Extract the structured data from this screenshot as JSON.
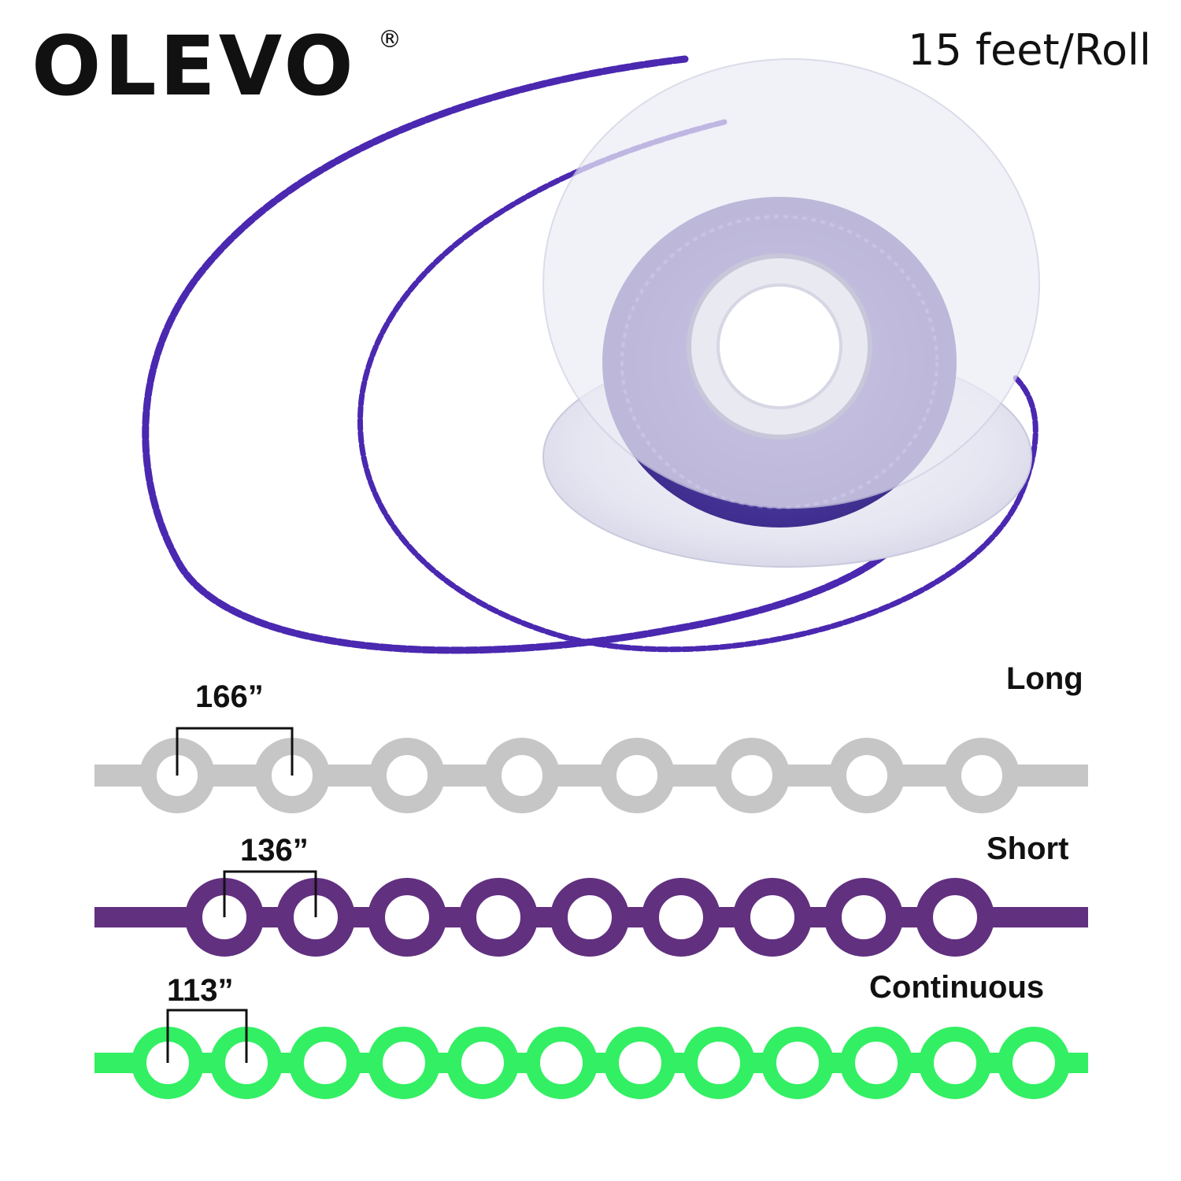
{
  "brand": {
    "name": "OLEVO",
    "mark": "®"
  },
  "header": {
    "roll_length": "15 feet/Roll"
  },
  "colors": {
    "long": "#c6c6c6",
    "short": "#61307f",
    "continuous": "#33ef63",
    "photo_chain": "#4a28b0"
  },
  "chains": [
    {
      "type": "Long",
      "spacing": "166”",
      "color": "#c6c6c6",
      "rings": 8
    },
    {
      "type": "Short",
      "spacing": "136”",
      "color": "#61307f",
      "rings": 9
    },
    {
      "type": "Continuous",
      "spacing": "113”",
      "color": "#33ef63",
      "rings": 12
    }
  ]
}
